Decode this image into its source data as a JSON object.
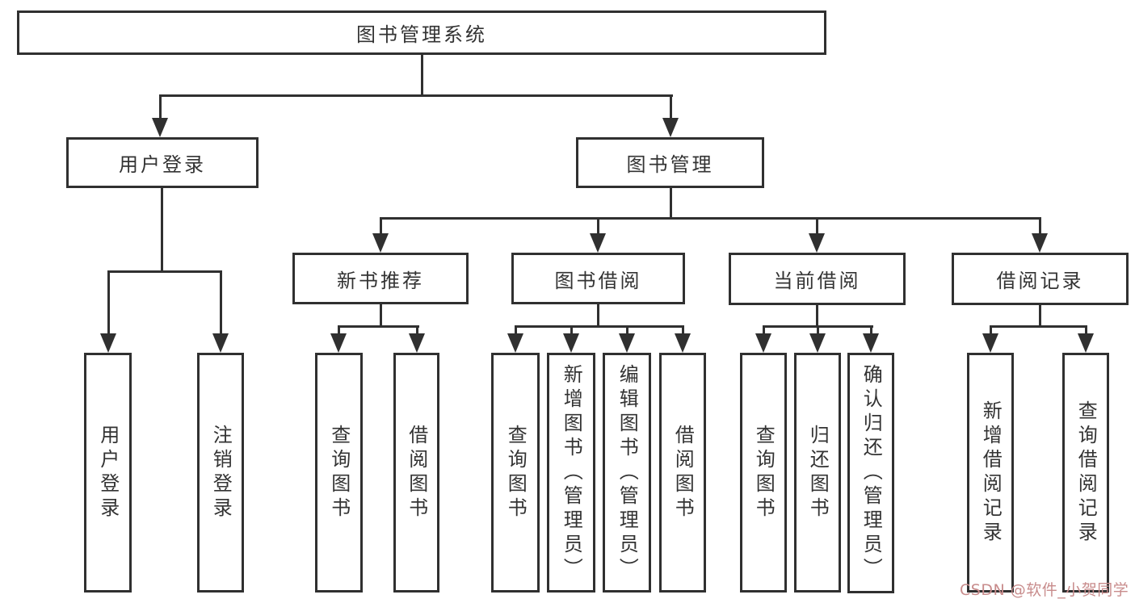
{
  "diagram": {
    "root": {
      "label": "图书管理系统"
    },
    "level2": [
      {
        "label": "用户登录"
      },
      {
        "label": "图书管理"
      }
    ],
    "level3": [
      {
        "label": "新书推荐"
      },
      {
        "label": "图书借阅"
      },
      {
        "label": "当前借阅"
      },
      {
        "label": "借阅记录"
      }
    ],
    "leaves": {
      "user": [
        "用户登录",
        "注销登录"
      ],
      "newbook": [
        "查询图书",
        "借阅图书"
      ],
      "borrow": [
        "查询图书",
        "新增图书（管理员）",
        "编辑图书（管理员）",
        "借阅图书"
      ],
      "current": [
        "查询图书",
        "归还图书",
        "确认归还（管理员）"
      ],
      "record": [
        "新增借阅记录",
        "查询借阅记录"
      ]
    },
    "colors": {
      "line": "#303030",
      "text": "#333333",
      "watermark": "#c88c8c",
      "background": "#ffffff"
    },
    "watermark": {
      "text": "CSDN @软件_小贺同学"
    }
  }
}
